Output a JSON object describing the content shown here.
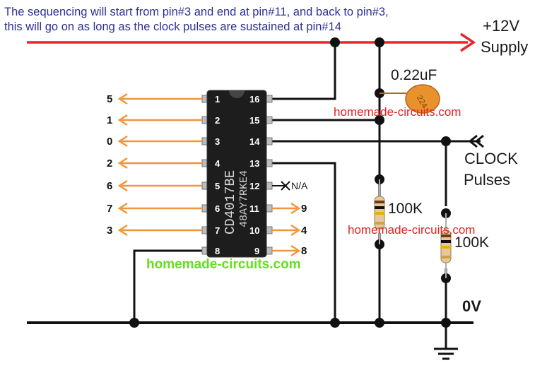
{
  "annotation": {
    "line1": "The sequencing will start from pin#3 and end at pin#11, and back to pin#3,",
    "line2": "this will go on as long as the clock pulses are sustained at pin#14"
  },
  "supply": {
    "voltage": "+12V",
    "label": "Supply"
  },
  "capacitor": {
    "value": "0.22uF",
    "marking": "224"
  },
  "resistor_left": {
    "value": "100K"
  },
  "resistor_right": {
    "value": "100K"
  },
  "clock": {
    "line1": "CLOCK",
    "line2": "Pulses"
  },
  "ground": {
    "label": "0V"
  },
  "ic": {
    "part": "CD4017BE",
    "code": "48AY7RKE4"
  },
  "left_pins": [
    {
      "pin": "1",
      "output": "5"
    },
    {
      "pin": "2",
      "output": "1"
    },
    {
      "pin": "3",
      "output": "0"
    },
    {
      "pin": "4",
      "output": "2"
    },
    {
      "pin": "5",
      "output": "6"
    },
    {
      "pin": "6",
      "output": "7"
    },
    {
      "pin": "7",
      "output": "3"
    },
    {
      "pin": "8",
      "output": ""
    }
  ],
  "right_pins": [
    {
      "pin": "16",
      "output": ""
    },
    {
      "pin": "15",
      "output": ""
    },
    {
      "pin": "14",
      "output": ""
    },
    {
      "pin": "13",
      "output": ""
    },
    {
      "pin": "12",
      "output": "N/A"
    },
    {
      "pin": "11",
      "output": "9"
    },
    {
      "pin": "10",
      "output": "4"
    },
    {
      "pin": "9",
      "output": "8"
    }
  ],
  "watermarks": {
    "red1": "homemade-circuits.com",
    "red2": "homemade-circuits.com",
    "green": "homemade-circuits.com"
  },
  "colors": {
    "supply_line": "#e8252d",
    "wire": "#111111",
    "output_arrow": "#f0963c",
    "capacitor": "#e8922e",
    "annotation_text": "#2e3192"
  }
}
